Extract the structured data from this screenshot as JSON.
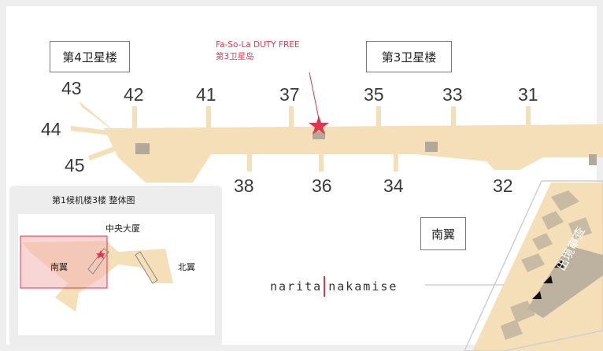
{
  "map": {
    "gates": [
      "31",
      "32",
      "33",
      "34",
      "35",
      "36",
      "37",
      "38",
      "41",
      "42",
      "43",
      "44",
      "45"
    ],
    "areas": {
      "satellite4": "第4卫星楼",
      "satellite3": "第3卫星楼",
      "south_wing": "南翼"
    },
    "shop": {
      "name": "Fa-So-La DUTY FREE",
      "location": "第3卫星岛"
    },
    "brand": {
      "left": "narita",
      "right": "nakamise"
    },
    "exit_label": "出境审查",
    "inset": {
      "title": "第1候机楼3楼 整体图",
      "center": "中央大厦",
      "south": "南翼",
      "north": "北翼"
    },
    "colors": {
      "floor": "#f5dfb9",
      "marker": "#e2364f",
      "block": "#b3a99a",
      "frame": "#eeeeee"
    }
  }
}
